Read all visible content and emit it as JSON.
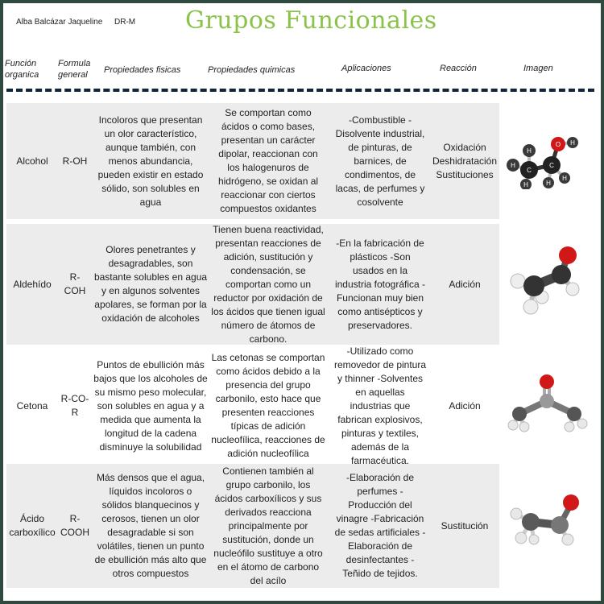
{
  "header": {
    "author": "Alba Balcázar Jaqueline",
    "code": "DR-M",
    "title": "Grupos Funcionales"
  },
  "columns": {
    "funcion": "Función organica",
    "formula": "Formula general",
    "fisicas": "Propiedades fisicas",
    "quimicas": "Propiedades quimicas",
    "aplicaciones": "Aplicaciones",
    "reaccion": "Reacción",
    "imagen": "Imagen"
  },
  "rows": [
    {
      "funcion": "Alcohol",
      "formula": "R-OH",
      "fisicas": "Incoloros que presentan un olor característico, aunque también, con menos abundancia, pueden existir en estado sólido, son solubles en agua",
      "quimicas": "Se comportan como ácidos o como bases, presentan un carácter dipolar, reaccionan con los halogenuros de hidrógeno, se oxidan al reaccionar con ciertos compuestos oxidantes",
      "aplicaciones": "-Combustible       -Disolvente industrial, de pinturas, de barnices, de condimentos, de lacas, de perfumes y cosolvente",
      "reaccion": "Oxidación Deshidratación Sustituciones",
      "image_icon": "ethanol-molecule-icon"
    },
    {
      "funcion": "Aldehído",
      "formula": "R-COH",
      "fisicas": "Olores penetrantes y desagradables, son bastante solubles en agua y en algunos solventes apolares, se forman por la oxidación de alcoholes",
      "quimicas": "Tienen buena reactividad, presentan reacciones de adición, sustitución y condensación, se comportan como un reductor por oxidación de los ácidos que tienen igual número de átomos de carbono.",
      "aplicaciones": "-En la fabricación de plásticos     -Son usados en la industria fotográfica      -Funcionan muy bien como antisépticos y preservadores.",
      "reaccion": "Adición",
      "image_icon": "acetaldehyde-molecule-icon"
    },
    {
      "funcion": "Cetona",
      "formula": "R-CO-R",
      "fisicas": "Puntos de ebullición más bajos que los alcoholes de su mismo peso molecular, son solubles en agua y a medida que aumenta la longitud de la cadena disminuye la solubilidad",
      "quimicas": "Las cetonas se comportan como ácidos debido a la presencia del grupo carbonilo, esto hace que presenten reacciones típicas de adición nucleofílica, reacciones de adición nucleofílica",
      "aplicaciones": "-Utilizado como removedor de pintura y thinner -Solventes en aquellas industrias que fabrican explosivos, pinturas y textiles, además de la farmacéutica.",
      "reaccion": "Adición",
      "image_icon": "acetone-molecule-icon"
    },
    {
      "funcion": "Ácido carboxílico",
      "formula": "R-COOH",
      "fisicas": "Más densos que el agua, líquidos incoloros o sólidos blanquecinos y cerosos, tienen un olor desagradable si son volátiles, tienen un punto de ebullición más alto que otros compuestos",
      "quimicas": "Contienen también al grupo carbonilo, los ácidos carboxílicos y sus derivados reacciona principalmente por sustitución, donde un nucleófilo sustituye a otro en el átomo de carbono del acílo",
      "aplicaciones": "-Elaboración de perfumes      -Producción del vinagre      -Fabricación de sedas artificiales      -Elaboración de desinfectantes     -Teñido de tejidos.",
      "reaccion": "Sustitución",
      "image_icon": "acetic-acid-molecule-icon"
    }
  ],
  "colors": {
    "background": "#2f4a3e",
    "title": "#8bc34a",
    "dash": "#10243a",
    "shade": "#ececec",
    "oxygen": "#d01818",
    "carbon": "#3a3a3a",
    "hydrogen": "#f2f2f2"
  }
}
